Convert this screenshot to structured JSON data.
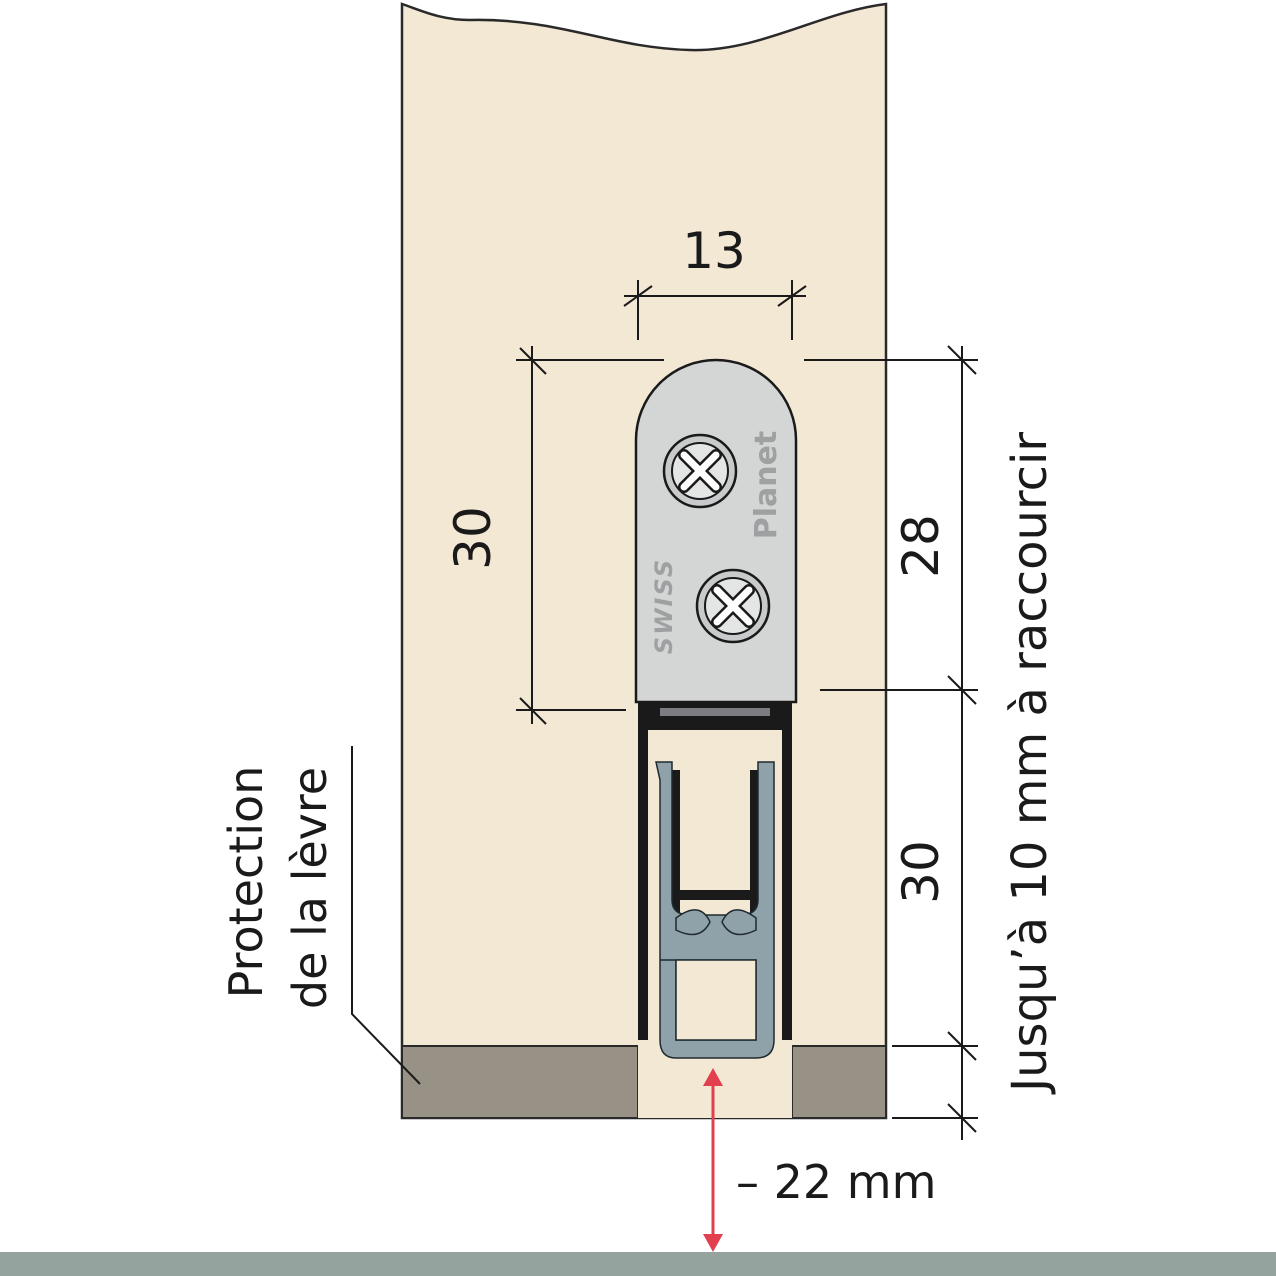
{
  "dimensions": {
    "width": "13",
    "height_mount": "30",
    "height_upper": "28",
    "height_lower": "30",
    "shorten_note": "Jusqu’à 10 mm à raccourcir",
    "drop": "– 22 mm"
  },
  "labels": {
    "lip_protection_line1": "Protection",
    "lip_protection_line2": "de la lèvre"
  },
  "brand": {
    "name": "Planet",
    "origin": "SWISS"
  },
  "colors": {
    "door": "#f2e8d3",
    "bottom_strip": "#979285",
    "plate": "#d4d5d5",
    "seal": "#8fa2aa",
    "floor": "#95a39e",
    "arrow": "#e2404f"
  }
}
